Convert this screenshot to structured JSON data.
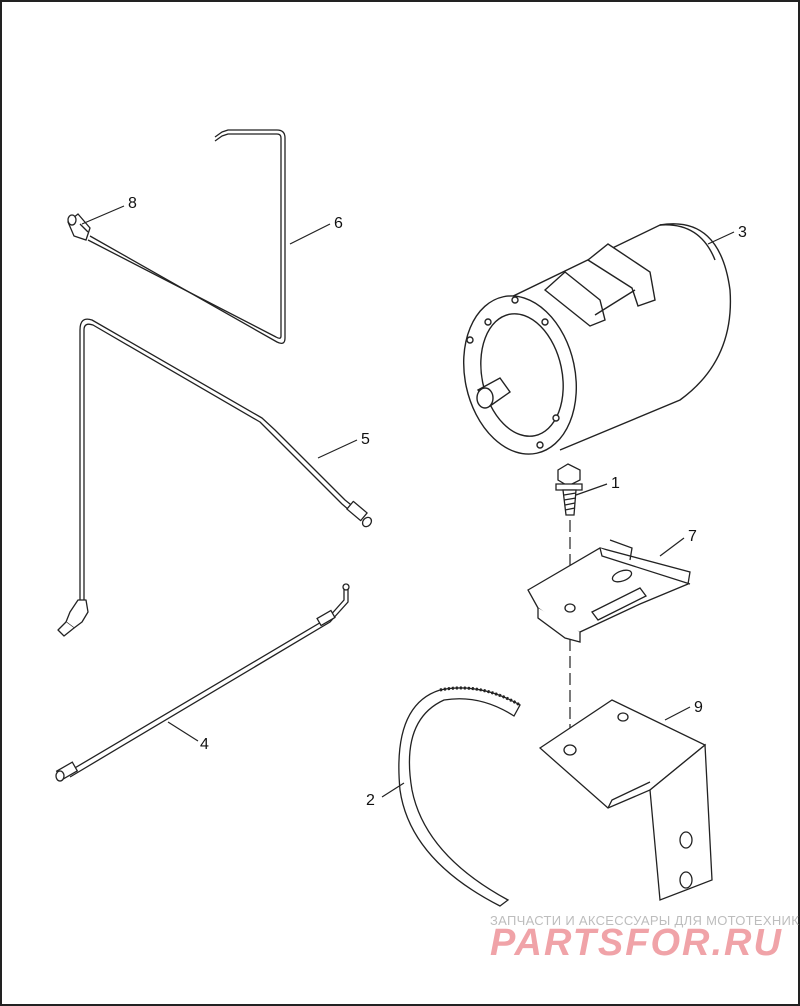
{
  "diagram": {
    "callouts": {
      "c1": "1",
      "c2": "2",
      "c3": "3",
      "c4": "4",
      "c5": "5",
      "c6": "6",
      "c7": "7",
      "c8": "8",
      "c9": "9"
    }
  },
  "watermark": {
    "subtitle": "ЗАПЧАСТИ И АКСЕССУАРЫ ДЛЯ МОТОТЕХНИКИ",
    "brand": "PARTSFOR.RU",
    "brand_color": "#f0a3a8"
  }
}
